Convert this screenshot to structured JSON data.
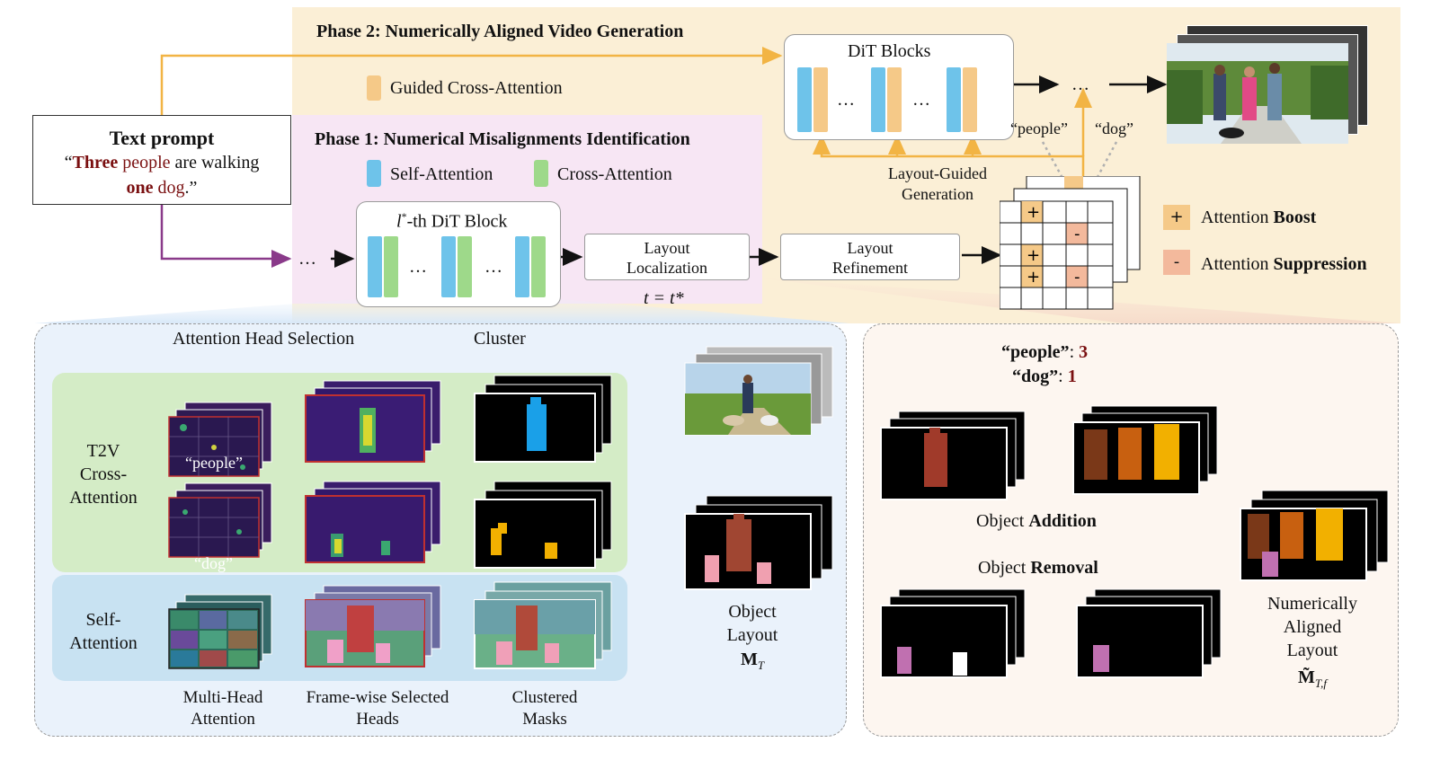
{
  "phase2": {
    "title": "Phase 2: Numerically Aligned Video Generation",
    "guided_cross_attention": "Guided Cross-Attention",
    "dit_blocks": "DiT Blocks",
    "ellipsis": "…"
  },
  "phase1": {
    "title": "Phase 1: Numerical Misalignments Identification",
    "self_attention": "Self-Attention",
    "cross_attention": "Cross-Attention",
    "dit_block_label": "-th DiT Block",
    "dit_block_var": "l",
    "dit_block_sup": "*"
  },
  "prompt": {
    "title": "Text prompt",
    "open_quote": "“",
    "w_three": "Three",
    "w_people": " people",
    "w_are": " are walking",
    "w_one": "one",
    "w_dog": " dog",
    "close": ".”"
  },
  "pipeline": {
    "layout_localization": [
      "Layout",
      "Localization"
    ],
    "layout_refinement": [
      "Layout",
      "Refinement"
    ],
    "timestep": "t = t*",
    "layout_guided": [
      "Layout-Guided",
      "Generation"
    ],
    "token_people": "“people”",
    "token_dog": "“dog”",
    "ellipsis": "…"
  },
  "legend": {
    "plus": "+",
    "minus": "-",
    "boost_prefix": "Attention ",
    "boost_bold": "Boost",
    "supp_prefix": "Attention ",
    "supp_bold": "Suppression"
  },
  "left_panel": {
    "head_selection": "Attention Head Selection",
    "cluster": "Cluster",
    "t2v": [
      "T2V",
      "Cross-",
      "Attention"
    ],
    "self": [
      "Self-",
      "Attention"
    ],
    "label_people": "“people”",
    "label_dog": "“dog”",
    "col_multi": [
      "Multi-Head",
      "Attention"
    ],
    "col_frame": [
      "Frame-wise Selected",
      "Heads"
    ],
    "col_cluster": [
      "Clustered",
      "Masks"
    ],
    "object_layout": [
      "Object",
      "Layout"
    ],
    "mt": "M",
    "mt_sub": "T"
  },
  "right_panel": {
    "count_people_label": "“people”",
    "count_people": "3",
    "count_dog_label": "“dog”",
    "count_dog": "1",
    "colon": ": ",
    "addition_prefix": "Object ",
    "addition_bold": "Addition",
    "removal_prefix": "Object ",
    "removal_bold": "Removal",
    "aligned": [
      "Numerically",
      "Aligned",
      "Layout"
    ],
    "mtf": "M̃",
    "mtf_sub": "T,f"
  },
  "colors": {
    "self_attention": "#6ec3ea",
    "cross_attention": "#9ed98a",
    "guided": "#f5c988",
    "boost": "#f5c988",
    "suppression": "#f3b99c",
    "phase2_bg": "#fbefd6",
    "phase1_bg": "#f7e6f4",
    "accent_red": "#7a0f10"
  }
}
